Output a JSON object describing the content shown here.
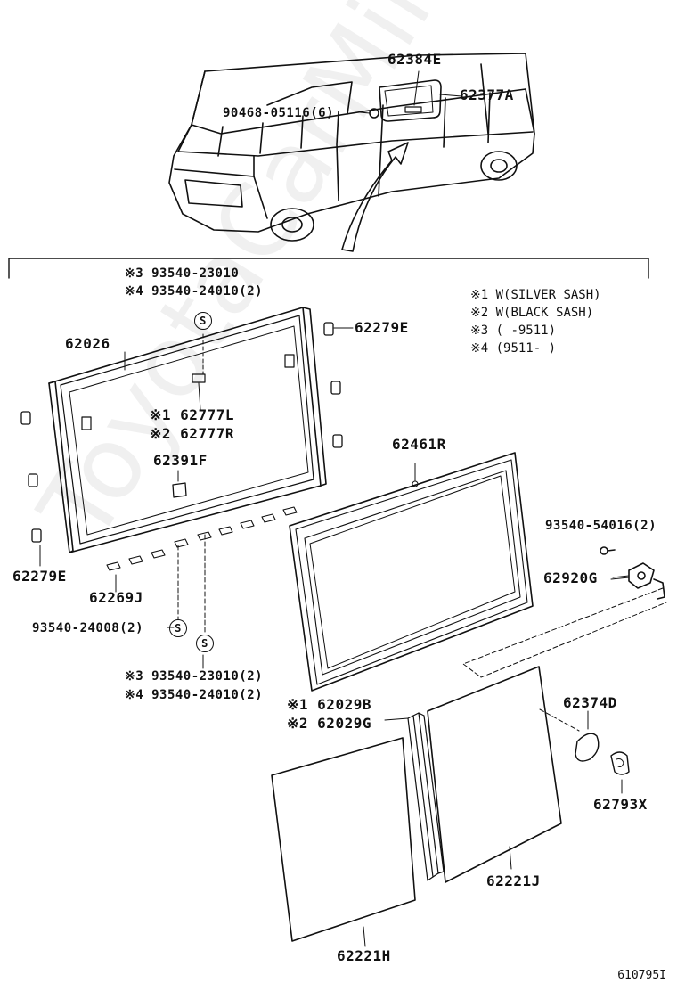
{
  "diagram_id": "610795I",
  "watermark": "ToyotaCarMine.ru",
  "legend": [
    "※1 W(SILVER SASH)",
    "※2 W(BLACK SASH)",
    "※3 (      -9511)",
    "※4 (9511-      )"
  ],
  "parts": {
    "p62384E": "62384E",
    "p62377A": "62377A",
    "p90468": "90468-05116(6)",
    "p93540_23010_top": "※3 93540-23010",
    "p93540_24010_top": "※4 93540-24010(2)",
    "p62026": "62026",
    "p62279E_top": "62279E",
    "p62777L": "※1 62777L",
    "p62777R": "※2 62777R",
    "p62391F": "62391F",
    "p62461R": "62461R",
    "p93540_54016": "93540-54016(2)",
    "p62920G": "62920G",
    "p62279E_left": "62279E",
    "p62269J": "62269J",
    "p93540_24008": "93540-24008(2)",
    "p93540_23010_bot": "※3 93540-23010(2)",
    "p93540_24010_bot": "※4 93540-24010(2)",
    "p62029B": "※1 62029B",
    "p62029G": "※2 62029G",
    "p62374D": "62374D",
    "p62793X": "62793X",
    "p62221J": "62221J",
    "p62221H": "62221H"
  },
  "clip_symbol": "S"
}
